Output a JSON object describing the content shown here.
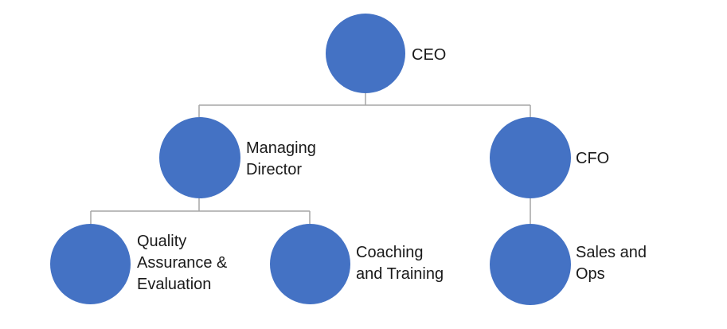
{
  "org_chart": {
    "colors": {
      "node_fill": "#4472c4",
      "connector": "#a6a6a6",
      "text": "#1a1a1a"
    },
    "nodes": {
      "ceo": {
        "label_lines": [
          "CEO"
        ]
      },
      "managing_director": {
        "label_lines": [
          "Managing",
          "Director"
        ]
      },
      "cfo": {
        "label_lines": [
          "CFO"
        ]
      },
      "quality": {
        "label_lines": [
          "Quality",
          "Assurance &",
          "Evaluation"
        ]
      },
      "coaching": {
        "label_lines": [
          "Coaching",
          "and Training"
        ]
      },
      "sales": {
        "label_lines": [
          "Sales and",
          "Ops"
        ]
      }
    }
  }
}
